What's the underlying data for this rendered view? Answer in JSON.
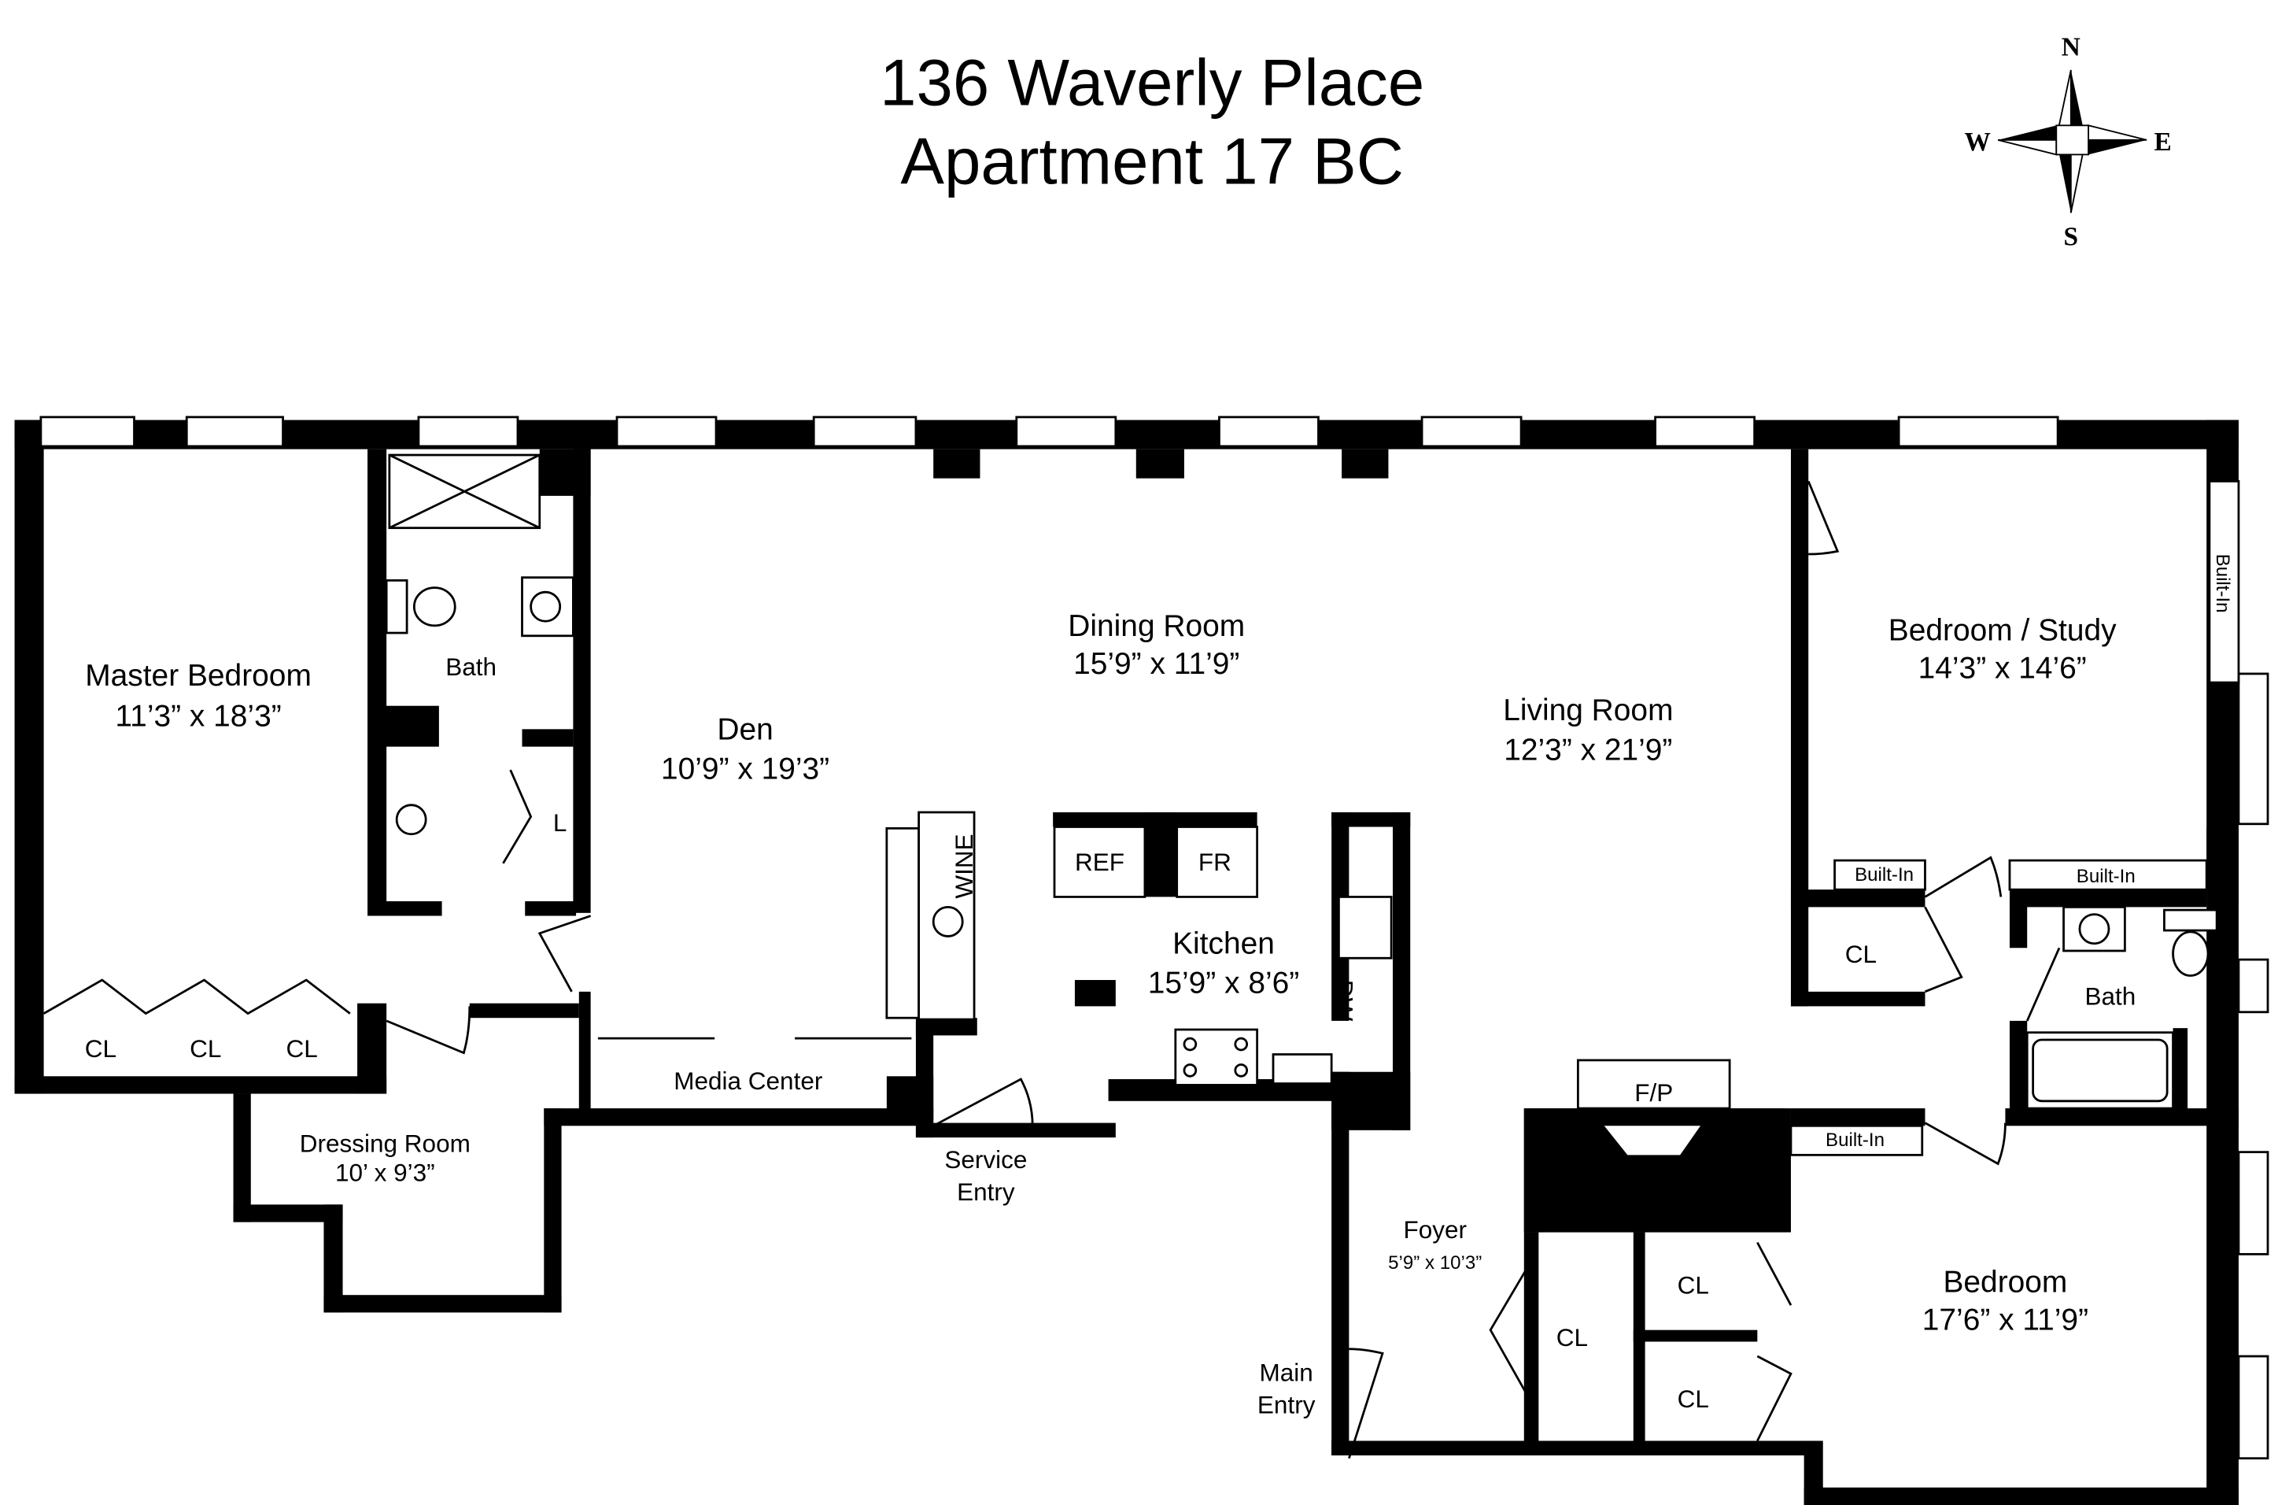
{
  "title": {
    "line1": "136 Waverly Place",
    "line2": "Apartment 17 BC"
  },
  "compass": {
    "n": "N",
    "s": "S",
    "e": "E",
    "w": "W"
  },
  "rooms": {
    "master_bedroom": {
      "name": "Master Bedroom",
      "size": "11’3” x 18’3”"
    },
    "master_bath": {
      "name": "Bath"
    },
    "linen": {
      "name": "L"
    },
    "dressing_room": {
      "name": "Dressing Room",
      "size": "10’ x 9’3”"
    },
    "den": {
      "name": "Den",
      "size": "10’9” x 19’3”"
    },
    "dining_room": {
      "name": "Dining Room",
      "size": "15’9” x 11’9”"
    },
    "living_room": {
      "name": "Living Room",
      "size": "12’3” x 21’9”"
    },
    "kitchen": {
      "name": "Kitchen",
      "size": "15’9” x 8’6”"
    },
    "bedroom_study": {
      "name": "Bedroom / Study",
      "size": "14’3” x 14’6”"
    },
    "bath2": {
      "name": "Bath"
    },
    "bedroom": {
      "name": "Bedroom",
      "size": "17’6” x 11’9”"
    },
    "foyer": {
      "name": "Foyer",
      "size": "5’9” x 10’3”"
    }
  },
  "labels": {
    "cl": "CL",
    "built_in": "Built-In",
    "wine": "WINE",
    "ref": "REF",
    "fr": "FR",
    "dw": "DW",
    "fp": "F/P",
    "media_center": "Media Center",
    "service_entry_1": "Service",
    "service_entry_2": "Entry",
    "main_entry_1": "Main",
    "main_entry_2": "Entry"
  }
}
